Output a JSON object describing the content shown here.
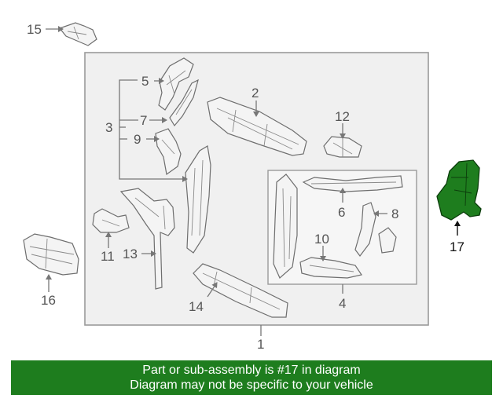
{
  "diagram": {
    "callouts": {
      "p1": "1",
      "p2": "2",
      "p3": "3",
      "p4": "4",
      "p5": "5",
      "p6": "6",
      "p7": "7",
      "p8": "8",
      "p9": "9",
      "p10": "10",
      "p11": "11",
      "p12": "12",
      "p13": "13",
      "p14": "14",
      "p15": "15",
      "p16": "16",
      "p17": "17"
    },
    "highlighted_part": "17",
    "colors": {
      "highlight": "#1e7d1e",
      "banner": "#1e7d1e",
      "line": "#777777"
    }
  },
  "banner": {
    "line1": "Part or sub-assembly is #17 in diagram",
    "line2": "Diagram may not be specific to your vehicle"
  }
}
